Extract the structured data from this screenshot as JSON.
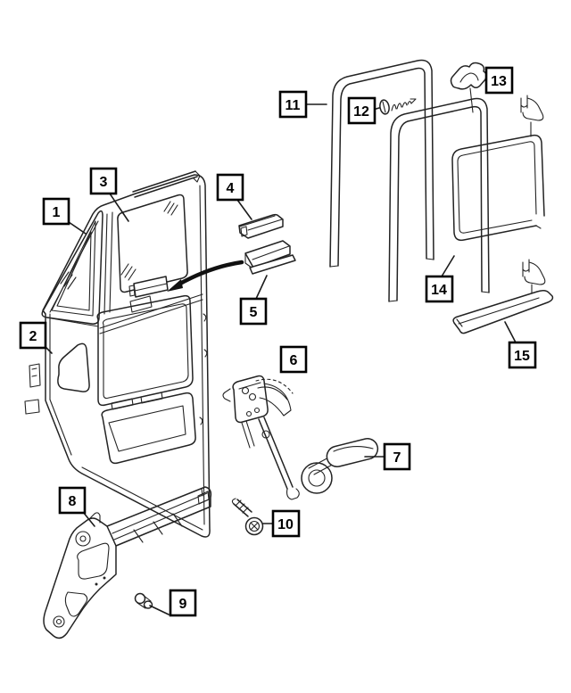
{
  "diagram": {
    "background_color": "#ffffff",
    "line_color": "#232323",
    "callout_border_color": "#000000",
    "callout_fill": "#ffffff",
    "callouts": [
      {
        "label": "1"
      },
      {
        "label": "2"
      },
      {
        "label": "3"
      },
      {
        "label": "4"
      },
      {
        "label": "5"
      },
      {
        "label": "6"
      },
      {
        "label": "7"
      },
      {
        "label": "8"
      },
      {
        "label": "9"
      },
      {
        "label": "10"
      },
      {
        "label": "11"
      },
      {
        "label": "12"
      },
      {
        "label": "13"
      },
      {
        "label": "14"
      },
      {
        "label": "15"
      }
    ]
  }
}
